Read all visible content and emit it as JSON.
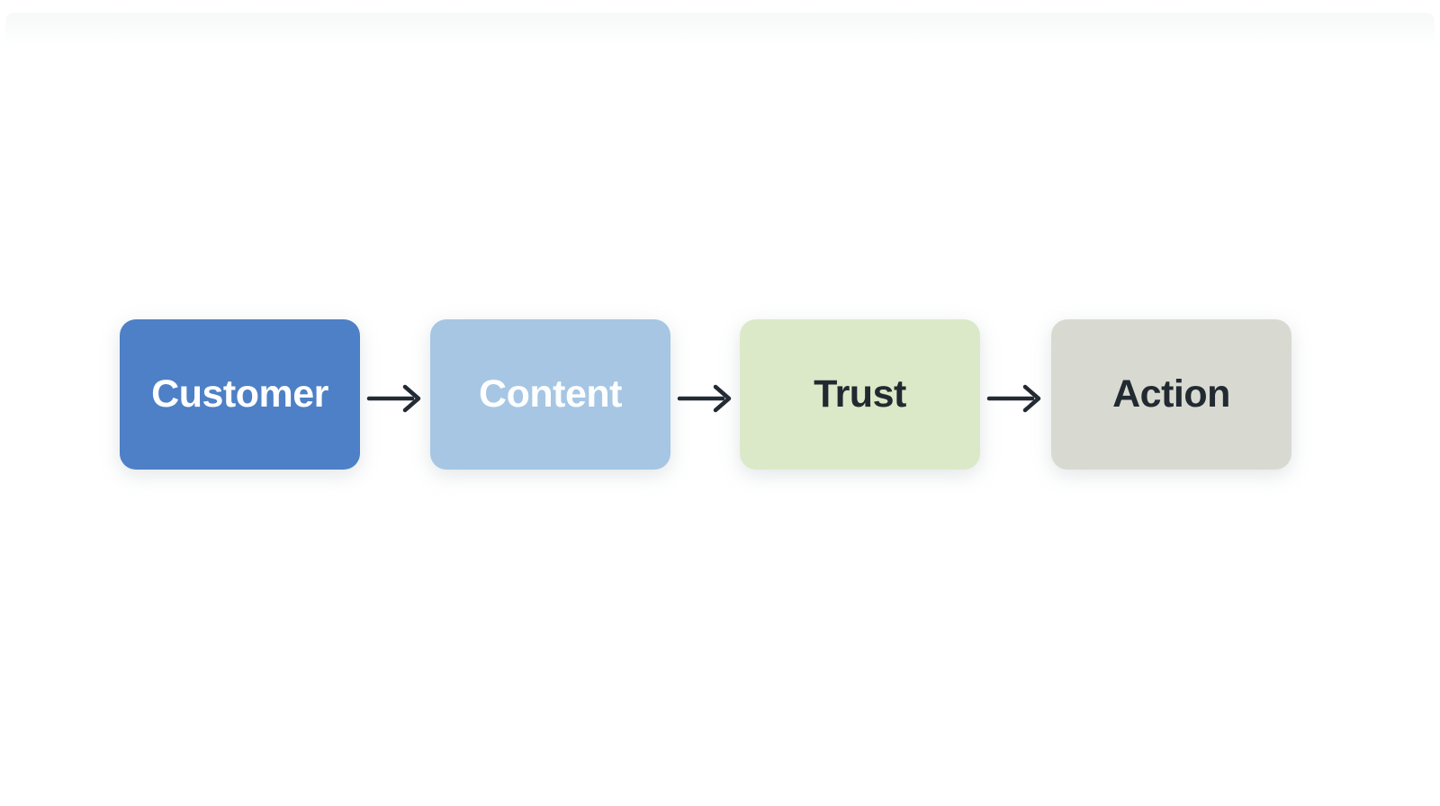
{
  "diagram": {
    "type": "flowchart",
    "direction": "left-to-right",
    "background_color": "#ffffff",
    "arrow_color": "#222a33",
    "nodes": [
      {
        "id": "customer",
        "label": "Customer",
        "bg_color": "#4d80c6",
        "text_color": "#ffffff"
      },
      {
        "id": "content",
        "label": "Content",
        "bg_color": "#a6c6e4",
        "text_color": "#fdfefe"
      },
      {
        "id": "trust",
        "label": "Trust",
        "bg_color": "#dbe9c8",
        "text_color": "#222a31"
      },
      {
        "id": "action",
        "label": "Action",
        "bg_color": "#d8dad2",
        "text_color": "#222a31"
      }
    ],
    "edges": [
      {
        "from": "customer",
        "to": "content"
      },
      {
        "from": "content",
        "to": "trust"
      },
      {
        "from": "trust",
        "to": "action"
      }
    ]
  }
}
